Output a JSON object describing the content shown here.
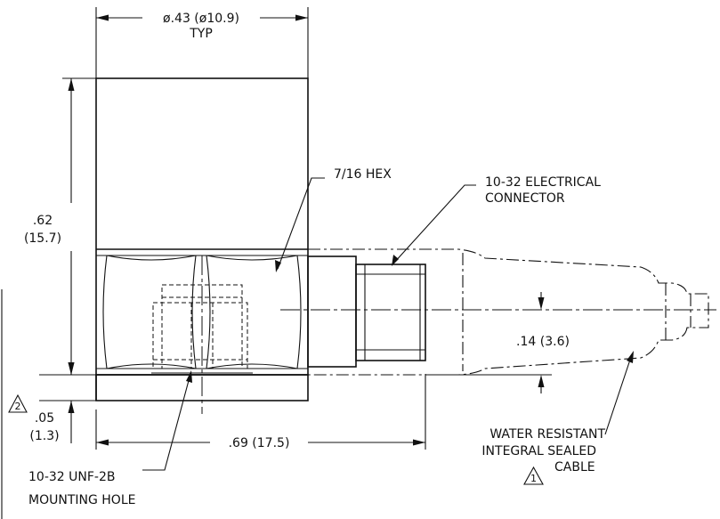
{
  "labels": {
    "diameter": "ø.43 (ø10.9)",
    "diameter_typ": "TYP",
    "height_in": ".62",
    "height_mm": "(15.7)",
    "hex": "7/16 HEX",
    "connector_line1": "10-32 ELECTRICAL",
    "connector_line2": "CONNECTOR",
    "cable_dia": ".14 (3.6)",
    "base_in": ".05",
    "base_mm": "(1.3)",
    "length": ".69 (17.5)",
    "mount_line1": "10-32 UNF-2B",
    "mount_line2": "MOUNTING HOLE",
    "cable_line1": "WATER RESISTANT",
    "cable_line2": "INTEGRAL SEALED",
    "cable_line3": "CABLE",
    "note_1": "1",
    "note_2": "2"
  }
}
